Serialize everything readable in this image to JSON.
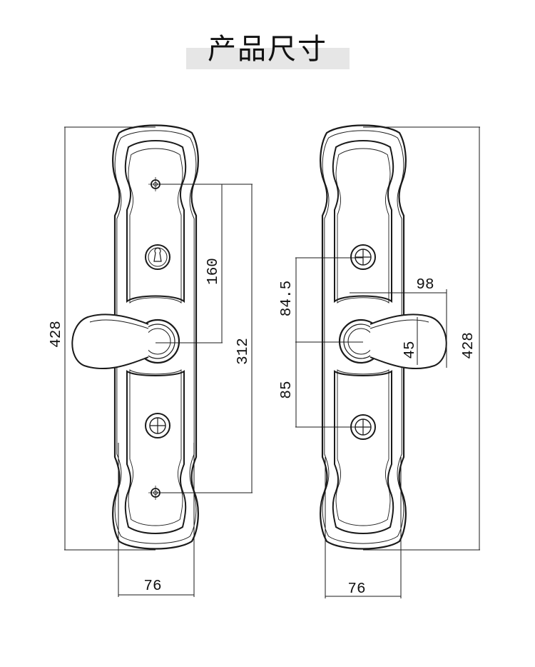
{
  "header": {
    "title": "产品尺寸"
  },
  "left_view": {
    "height": "428",
    "screw_spacing_upper": "160",
    "screw_spacing_total": "312",
    "width": "76"
  },
  "right_view": {
    "upper_offset": "84.5",
    "lower_offset": "85",
    "handle_length": "98",
    "handle_width": "45",
    "height": "428",
    "width": "76"
  },
  "colors": {
    "line": "#1a1a1a",
    "title_bar": "#e6e6e6",
    "background": "#ffffff"
  }
}
